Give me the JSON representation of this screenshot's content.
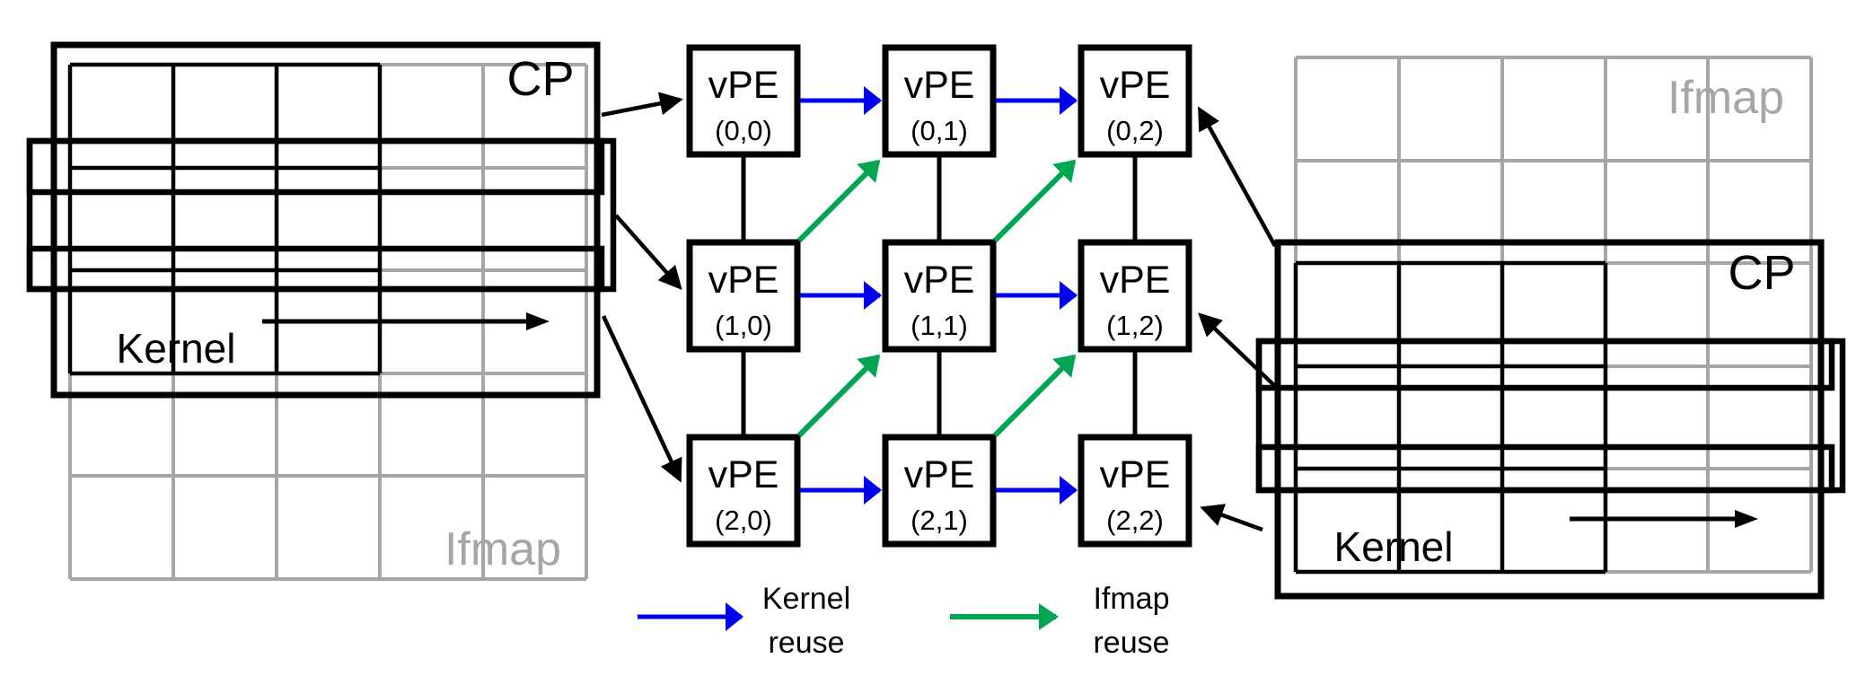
{
  "colors": {
    "kernel_reuse_blue": "#0000EE",
    "ifmap_reuse_green": "#00A651",
    "ifmap_gray": "#A6A6A6",
    "black": "#000000"
  },
  "left_panel": {
    "cp_label": "CP",
    "kernel_label": "Kernel",
    "ifmap_label": "Ifmap"
  },
  "right_panel": {
    "cp_label": "CP",
    "kernel_label": "Kernel",
    "ifmap_label": "Ifmap"
  },
  "vpe_grid": {
    "cells": [
      {
        "title": "vPE",
        "coord": "(0,0)"
      },
      {
        "title": "vPE",
        "coord": "(0,1)"
      },
      {
        "title": "vPE",
        "coord": "(0,2)"
      },
      {
        "title": "vPE",
        "coord": "(1,0)"
      },
      {
        "title": "vPE",
        "coord": "(1,1)"
      },
      {
        "title": "vPE",
        "coord": "(1,2)"
      },
      {
        "title": "vPE",
        "coord": "(2,0)"
      },
      {
        "title": "vPE",
        "coord": "(2,1)"
      },
      {
        "title": "vPE",
        "coord": "(2,2)"
      }
    ]
  },
  "legend": {
    "kernel_reuse": {
      "line1": "Kernel",
      "line2": "reuse"
    },
    "ifmap_reuse": {
      "line1": "Ifmap",
      "line2": "reuse"
    }
  }
}
